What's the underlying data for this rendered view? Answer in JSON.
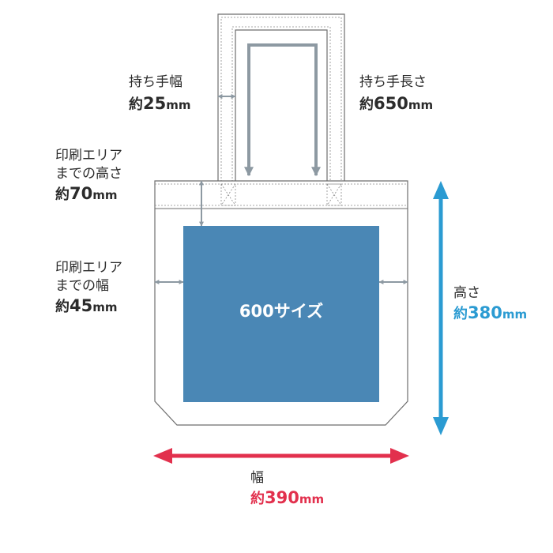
{
  "colors": {
    "outline": "#6e6e6e",
    "guide": "#8d99a2",
    "print_area": "#4a87b5",
    "height_arrow": "#2b9bd2",
    "width_arrow": "#e2304d",
    "text_dark": "#2b2b2b"
  },
  "labels": {
    "handle_width": {
      "title": "持ち手幅",
      "prefix": "約",
      "number": "25",
      "unit": "mm"
    },
    "handle_length": {
      "title": "持ち手長さ",
      "prefix": "約",
      "number": "650",
      "unit": "mm"
    },
    "print_top": {
      "line1": "印刷エリア",
      "line2": "までの高さ",
      "prefix": "約",
      "number": "70",
      "unit": "mm"
    },
    "print_side": {
      "line1": "印刷エリア",
      "line2": "までの幅",
      "prefix": "約",
      "number": "45",
      "unit": "mm"
    },
    "print_area": "600サイズ",
    "height": {
      "title": "高さ",
      "prefix": "約",
      "number": "380",
      "unit": "mm"
    },
    "width": {
      "title": "幅",
      "prefix": "約",
      "number": "390",
      "unit": "mm"
    }
  }
}
